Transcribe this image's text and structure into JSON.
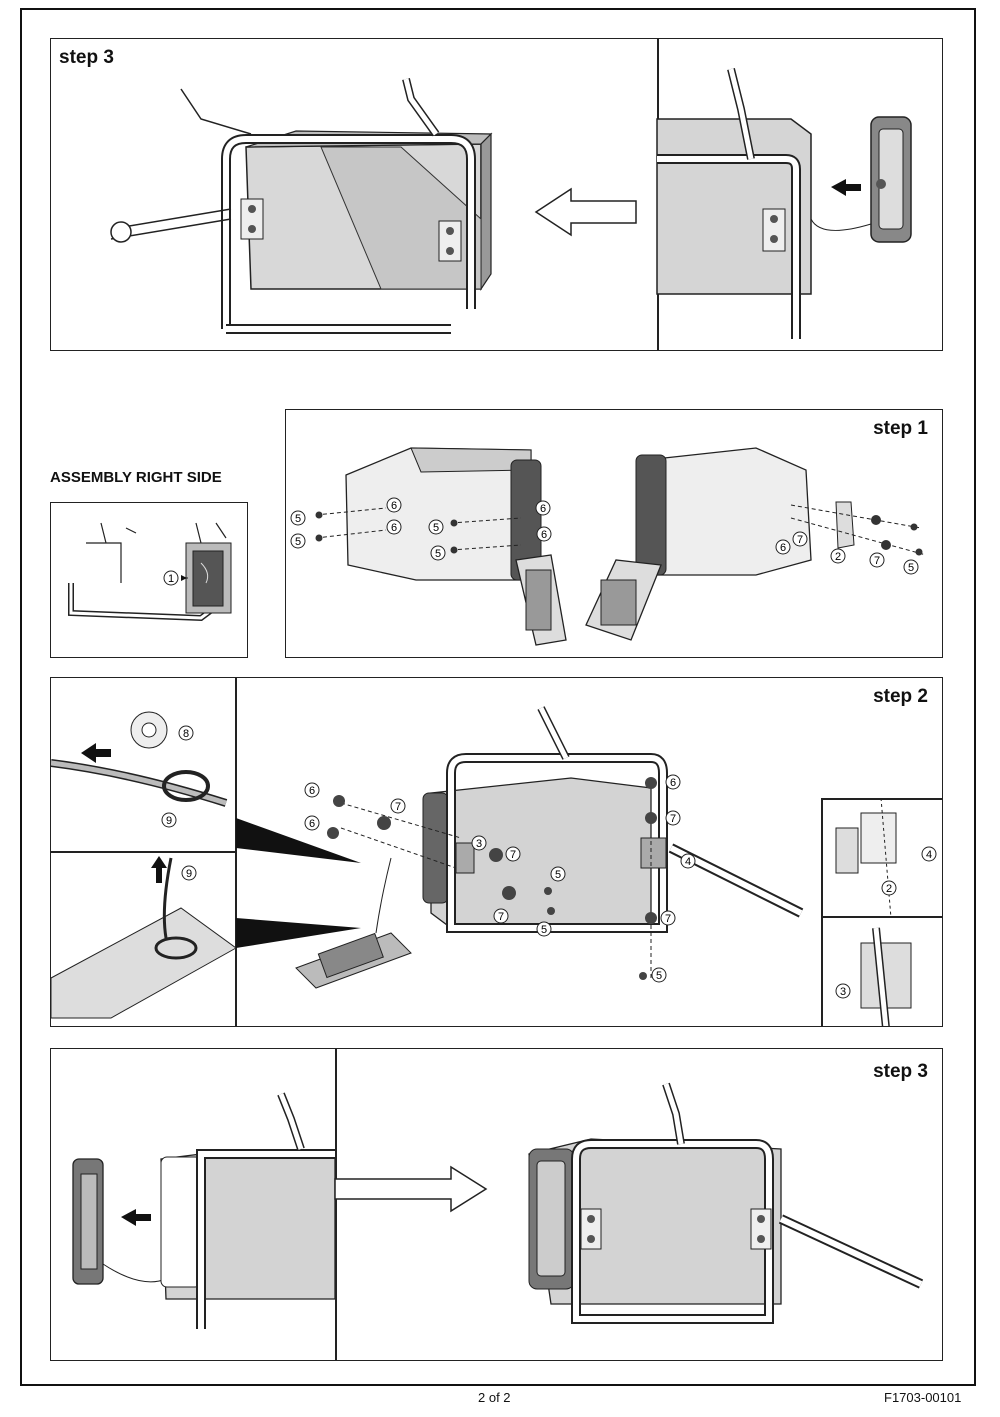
{
  "sections": {
    "top_step": {
      "label": "step 3"
    },
    "heading": "ASSEMBLY RIGHT SIDE",
    "step1": {
      "label": "step 1"
    },
    "step2": {
      "label": "step 2"
    },
    "bottom_step": {
      "label": "step 3"
    }
  },
  "callouts": {
    "n1": "1",
    "n2": "2",
    "n3": "3",
    "n4": "4",
    "n5": "5",
    "n6": "6",
    "n7": "7",
    "n8": "8",
    "n9": "9"
  },
  "footer": {
    "page": "2 of 2",
    "doc_code": "F1703-00101"
  }
}
